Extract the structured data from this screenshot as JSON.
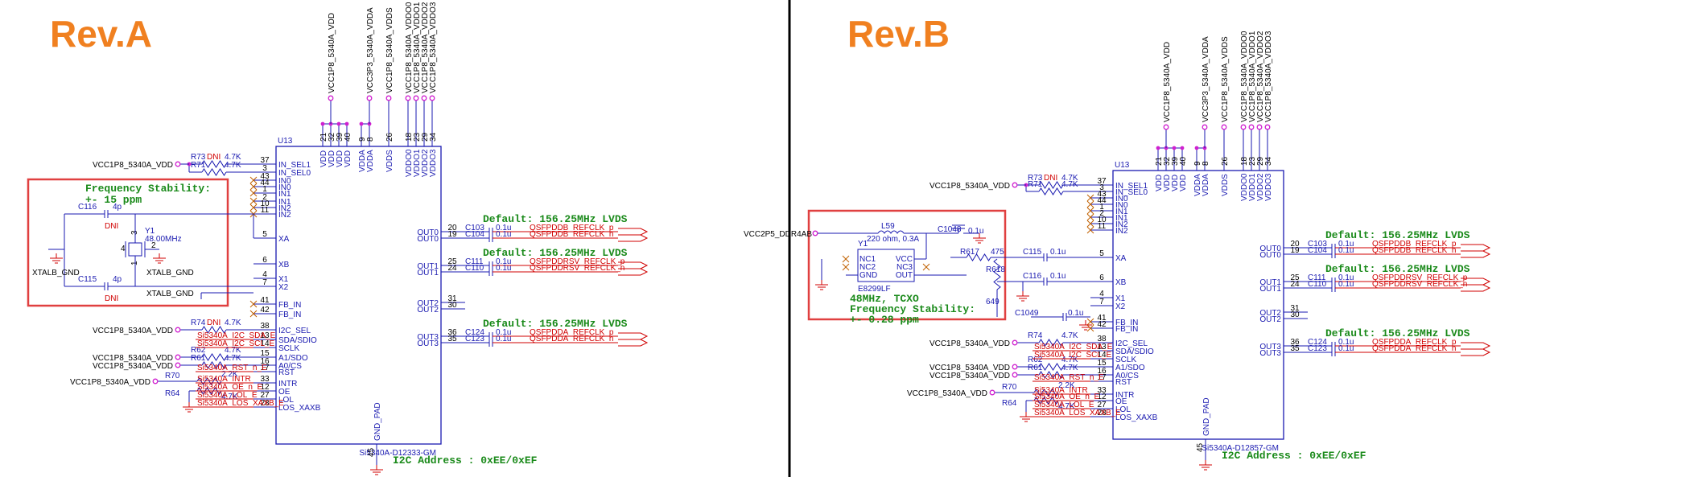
{
  "panels": [
    {
      "id": "a",
      "rev_title": "Rev.A",
      "ic": {
        "ref": "U13",
        "part": "Si5340A-D12333-GM",
        "gnd_pad": "GND_PAD",
        "gnd_pin": "45",
        "top_pins": [
          {
            "name": "VDD",
            "num": "21"
          },
          {
            "name": "VDD",
            "num": "32"
          },
          {
            "name": "VDD",
            "num": "39"
          },
          {
            "name": "VDD",
            "num": "40"
          },
          {
            "name": "VDDA",
            "num": "9"
          },
          {
            "name": "VDDA",
            "num": "8"
          },
          {
            "name": "VDDS",
            "num": "26"
          },
          {
            "name": "VDDO0",
            "num": "18"
          },
          {
            "name": "VDDO1",
            "num": "23"
          },
          {
            "name": "VDDO2",
            "num": "29"
          },
          {
            "name": "VDDO3",
            "num": "34"
          }
        ],
        "left_pins": [
          {
            "num": "37",
            "name": "IN_SEL1"
          },
          {
            "num": "3",
            "name": "IN_SEL0"
          },
          {
            "num": "43",
            "name": "IN0"
          },
          {
            "num": "44",
            "name": "IN0"
          },
          {
            "num": "1",
            "name": "IN1"
          },
          {
            "num": "2",
            "name": "IN1"
          },
          {
            "num": "10",
            "name": "IN2"
          },
          {
            "num": "11",
            "name": "IN2"
          },
          {
            "num": "5",
            "name": "XA"
          },
          {
            "num": "6",
            "name": "XB"
          },
          {
            "num": "4",
            "name": "X1"
          },
          {
            "num": "7",
            "name": "X2"
          },
          {
            "num": "41",
            "name": "FB_IN"
          },
          {
            "num": "42",
            "name": "FB_IN"
          },
          {
            "num": "38",
            "name": "I2C_SEL"
          },
          {
            "num": "13",
            "name": "SDA/SDIO"
          },
          {
            "num": "14",
            "name": "SCLK"
          },
          {
            "num": "15",
            "name": "A1/SDO"
          },
          {
            "num": "16",
            "name": "A0/CS"
          },
          {
            "num": "17",
            "name": "RST"
          },
          {
            "num": "33",
            "name": "INTR"
          },
          {
            "num": "12",
            "name": "OE"
          },
          {
            "num": "27",
            "name": "LOL"
          },
          {
            "num": "28",
            "name": "LOS_XAXB"
          }
        ],
        "right_pins": [
          {
            "num": "20",
            "name": "OUT0"
          },
          {
            "num": "19",
            "name": "OUT0"
          },
          {
            "num": "25",
            "name": "OUT1"
          },
          {
            "num": "24",
            "name": "OUT1"
          },
          {
            "num": "31",
            "name": "OUT2"
          },
          {
            "num": "30",
            "name": "OUT2"
          },
          {
            "num": "36",
            "name": "OUT3"
          },
          {
            "num": "35",
            "name": "OUT3"
          }
        ]
      },
      "top_nets": [
        "VCC1P8_5340A_VDD",
        "VCC3P3_5340A_VDDA",
        "VCC1P8_5340A_VDDS",
        "VCC1P8_5340A_VDDO0",
        "VCC1P8_5340A_VDDO1",
        "VCC1P8_5340A_VDDO2",
        "VCC1P8_5340A_VDDO3"
      ],
      "left_resistors": [
        {
          "ref": "R73",
          "note": "DNI",
          "value": "4.7K"
        },
        {
          "ref": "R71",
          "note": "",
          "value": "4.7K"
        },
        {
          "ref": "R74",
          "note": "DNI",
          "value": "4.7K"
        },
        {
          "ref": "R62",
          "note": "",
          "value": "4.7K"
        },
        {
          "ref": "R61",
          "note": "",
          "value": "4.7K"
        },
        {
          "ref": "R70",
          "note": "",
          "value": "2.2K"
        },
        {
          "ref": "R64",
          "note": "",
          "value": "4.7K"
        }
      ],
      "vcc_net": "VCC1P8_5340A_VDD",
      "left_signals": [
        "Si5340A_I2C_SDA_E",
        "Si5340A_I2C_SCL_E",
        "Si5340A_RST_n_E",
        "Si5340A_INTR",
        "Si5340A_OE_n_E",
        "Si5340A_LOL_E",
        "Si5340A_LOS_XAXB_E"
      ],
      "crystal": {
        "label": "Frequency Stability:",
        "value": "+- 15 ppm",
        "y_ref": "Y1",
        "y_freq": "48.00MHz",
        "caps": [
          {
            "ref": "C116",
            "value": "4p",
            "note": "DNI"
          },
          {
            "ref": "C115",
            "value": "4p",
            "note": "DNI"
          }
        ],
        "pins": [
          "1",
          "2",
          "3",
          "4"
        ],
        "gnd_labels": [
          "XTALB_GND",
          "XTALB_GND",
          "XTALB_GND"
        ]
      },
      "outputs": [
        {
          "default": "Default: 156.25MHz LVDS",
          "caps": [
            {
              "ref": "C103",
              "value": "0.1u"
            },
            {
              "ref": "C104",
              "value": "0.1u"
            }
          ],
          "nets": [
            "QSFPDDB_REFCLK_p",
            "QSFPDDB_REFCLK_n"
          ]
        },
        {
          "default": "Default: 156.25MHz LVDS",
          "caps": [
            {
              "ref": "C111",
              "value": "0.1u"
            },
            {
              "ref": "C110",
              "value": "0.1u"
            }
          ],
          "nets": [
            "QSFPDDRSV_REFCLK_p",
            "QSFPDDRSV_REFCLK_n"
          ]
        },
        {
          "default": "Default: 156.25MHz LVDS",
          "caps": [
            {
              "ref": "C124",
              "value": "0.1u"
            },
            {
              "ref": "C123",
              "value": "0.1u"
            }
          ],
          "nets": [
            "QSFPDDA_REFCLK_p",
            "QSFPDDA_REFCLK_n"
          ]
        }
      ],
      "i2c_address": "I2C Address : 0xEE/0xEF"
    },
    {
      "id": "b",
      "rev_title": "Rev.B",
      "ic": {
        "ref": "U13",
        "part": "Si5340A-D12857-GM",
        "gnd_pad": "GND_PAD",
        "gnd_pin": "45",
        "top_pins": [
          {
            "name": "VDD",
            "num": "21"
          },
          {
            "name": "VDD",
            "num": "32"
          },
          {
            "name": "VDD",
            "num": "39"
          },
          {
            "name": "VDD",
            "num": "40"
          },
          {
            "name": "VDDA",
            "num": "9"
          },
          {
            "name": "VDDA",
            "num": "8"
          },
          {
            "name": "VDDS",
            "num": "26"
          },
          {
            "name": "VDDO0",
            "num": "18"
          },
          {
            "name": "VDDO1",
            "num": "23"
          },
          {
            "name": "VDDO2",
            "num": "29"
          },
          {
            "name": "VDDO3",
            "num": "34"
          }
        ],
        "left_pins": [
          {
            "num": "37",
            "name": "IN_SEL1"
          },
          {
            "num": "3",
            "name": "IN_SEL0"
          },
          {
            "num": "43",
            "name": "IN0"
          },
          {
            "num": "44",
            "name": "IN0"
          },
          {
            "num": "1",
            "name": "IN1"
          },
          {
            "num": "2",
            "name": "IN1"
          },
          {
            "num": "10",
            "name": "IN2"
          },
          {
            "num": "11",
            "name": "IN2"
          },
          {
            "num": "5",
            "name": "XA"
          },
          {
            "num": "6",
            "name": "XB"
          },
          {
            "num": "4",
            "name": "X1"
          },
          {
            "num": "7",
            "name": "X2"
          },
          {
            "num": "41",
            "name": "FB_IN"
          },
          {
            "num": "42",
            "name": "FB_IN"
          },
          {
            "num": "38",
            "name": "I2C_SEL"
          },
          {
            "num": "13",
            "name": "SDA/SDIO"
          },
          {
            "num": "14",
            "name": "SCLK"
          },
          {
            "num": "15",
            "name": "A1/SDO"
          },
          {
            "num": "16",
            "name": "A0/CS"
          },
          {
            "num": "17",
            "name": "RST"
          },
          {
            "num": "33",
            "name": "INTR"
          },
          {
            "num": "12",
            "name": "OE"
          },
          {
            "num": "27",
            "name": "LOL"
          },
          {
            "num": "28",
            "name": "LOS_XAXB"
          }
        ],
        "right_pins": [
          {
            "num": "20",
            "name": "OUT0"
          },
          {
            "num": "19",
            "name": "OUT0"
          },
          {
            "num": "25",
            "name": "OUT1"
          },
          {
            "num": "24",
            "name": "OUT1"
          },
          {
            "num": "31",
            "name": "OUT2"
          },
          {
            "num": "30",
            "name": "OUT2"
          },
          {
            "num": "36",
            "name": "OUT3"
          },
          {
            "num": "35",
            "name": "OUT3"
          }
        ]
      },
      "top_nets": [
        "VCC1P8_5340A_VDD",
        "VCC3P3_5340A_VDDA",
        "VCC1P8_5340A_VDDS",
        "VCC1P8_5340A_VDDO0",
        "VCC1P8_5340A_VDDO1",
        "VCC1P8_5340A_VDDO2",
        "VCC1P8_5340A_VDDO3"
      ],
      "left_resistors": [
        {
          "ref": "R73",
          "note": "DNI",
          "value": "4.7K"
        },
        {
          "ref": "R71",
          "note": "",
          "value": "4.7K"
        },
        {
          "ref": "R74",
          "note": "",
          "value": "4.7K"
        },
        {
          "ref": "R62",
          "note": "",
          "value": "4.7K"
        },
        {
          "ref": "R61",
          "note": "",
          "value": "4.7K"
        },
        {
          "ref": "R70",
          "note": "",
          "value": "2.2K"
        },
        {
          "ref": "R64",
          "note": "",
          "value": "4.7K"
        }
      ],
      "vcc_net": "VCC1P8_5340A_VDD",
      "left_signals": [
        "Si5340A_I2C_SDA_E",
        "Si5340A_I2C_SCL_E",
        "Si5340A_RST_n_E",
        "Si5340A_INTR",
        "Si5340A_OE_n_E",
        "Si5340A_LOL_E",
        "Si5340A_LOS_XAXB_E"
      ],
      "tcxo": {
        "supply": "VCC2P5_DDR4AB",
        "l_ref": "L59",
        "l_value": "220 ohm, 0.3A",
        "c_ref": "C1048",
        "c_value": "0.1u",
        "y_ref": "Y1",
        "y_part": "E8299LF",
        "y_pins": [
          "NC1",
          "NC2",
          "GND",
          "VCC",
          "NC3",
          "OUT"
        ],
        "desc": "48MHz, TCXO",
        "stab_label": "Frequency Stability:",
        "stab_value": "+- 0.28 ppm",
        "r617": "R617",
        "r618": "R618",
        "r_top": "475",
        "r_bot": "649",
        "c115": "C115",
        "c116": "C116",
        "c1049": "C1049",
        "cap_value": "0.1u"
      },
      "outputs": [
        {
          "default": "Default: 156.25MHz LVDS",
          "caps": [
            {
              "ref": "C103",
              "value": "0.1u"
            },
            {
              "ref": "C104",
              "value": "0.1u"
            }
          ],
          "nets": [
            "QSFPDDB_REFCLK_p",
            "QSFPDDB_REFCLK_n"
          ]
        },
        {
          "default": "Default: 156.25MHz LVDS",
          "caps": [
            {
              "ref": "C111",
              "value": "0.1u"
            },
            {
              "ref": "C110",
              "value": "0.1u"
            }
          ],
          "nets": [
            "QSFPDDRSV_REFCLK_p",
            "QSFPDDRSV_REFCLK_n"
          ]
        },
        {
          "default": "Default: 156.25MHz LVDS",
          "caps": [
            {
              "ref": "C124",
              "value": "0.1u"
            },
            {
              "ref": "C123",
              "value": "0.1u"
            }
          ],
          "nets": [
            "QSFPDDA_REFCLK_p",
            "QSFPDDA_REFCLK_n"
          ]
        }
      ],
      "i2c_address": "I2C Address : 0xEE/0xEF"
    }
  ],
  "colors": {
    "wire": "#1a1ab0",
    "signal": "#d00000",
    "note": "#1a8a1a",
    "title": "#f08020",
    "box": "#e04040",
    "pin": "#d020d0"
  }
}
